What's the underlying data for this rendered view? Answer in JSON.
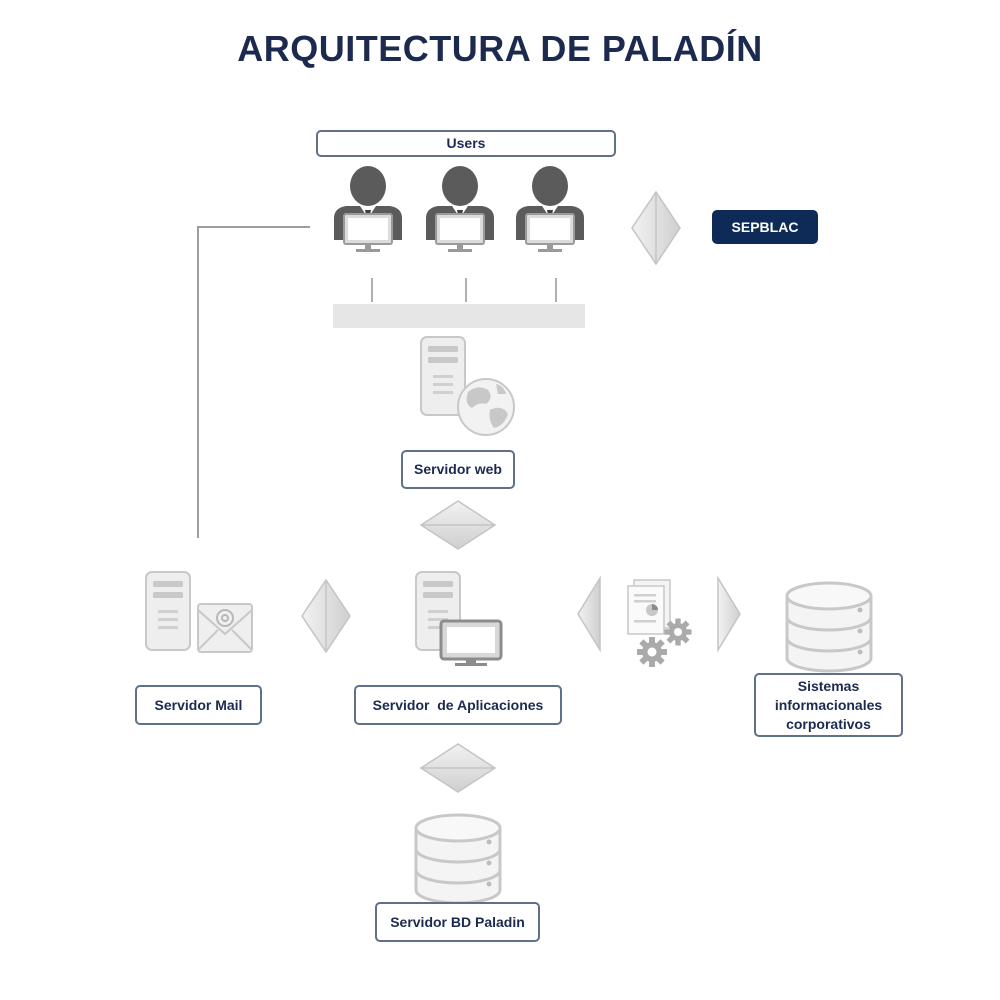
{
  "title": "ARQUITECTURA DE PALADÍN",
  "nodes": {
    "users": "Users",
    "sepblac": "SEPBLAC",
    "web_server": "Servidor web",
    "mail_server": "Servidor Mail",
    "app_server": "Servidor  de Aplicaciones",
    "corporate_systems": [
      "Sistemas",
      "informacionales",
      "corporativos"
    ],
    "db_server": "Servidor BD Paladin"
  },
  "colors": {
    "title": "#1b2a4e",
    "label_border": "#5f7189",
    "sepblac_fill": "#0e2a57",
    "icon_gray": "#c8c8c8",
    "user_icon": "#5b5b5b"
  }
}
